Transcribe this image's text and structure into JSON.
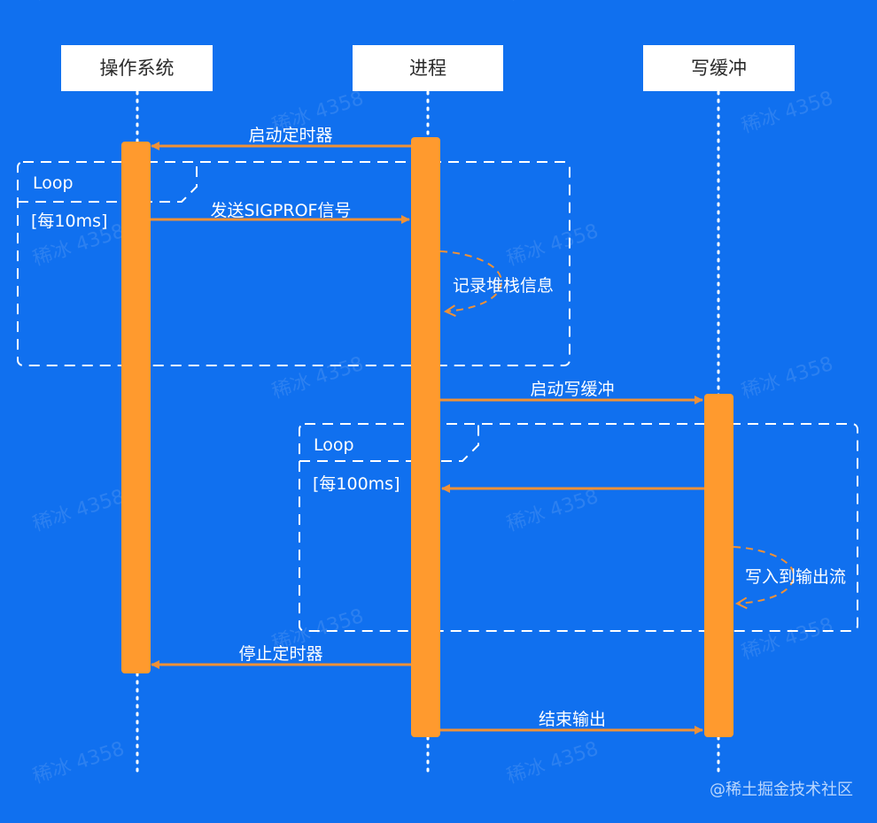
{
  "participants": [
    {
      "id": "os",
      "label": "操作系统"
    },
    {
      "id": "process",
      "label": "进程"
    },
    {
      "id": "buffer",
      "label": "写缓冲"
    }
  ],
  "loops": [
    {
      "tag": "Loop",
      "condition": "[每10ms]"
    },
    {
      "tag": "Loop",
      "condition": "[每100ms]"
    }
  ],
  "messages": [
    {
      "id": "start-timer",
      "label": "启动定时器"
    },
    {
      "id": "send-sigprof",
      "label": "发送SIGPROF信号"
    },
    {
      "id": "record-stack",
      "label": "记录堆栈信息"
    },
    {
      "id": "start-write-buffer",
      "label": "启动写缓冲"
    },
    {
      "id": "buffer-return",
      "label": ""
    },
    {
      "id": "write-output",
      "label": "写入到输出流"
    },
    {
      "id": "stop-timer",
      "label": "停止定时器"
    },
    {
      "id": "end-output",
      "label": "结束输出"
    }
  ],
  "watermark": {
    "text": "稀冰 4358",
    "credit": "@稀土掘金技术社区"
  },
  "colors": {
    "background": "#1070ef",
    "activation": "#ff9a2e",
    "arrow": "#f09136",
    "frame": "#ffffff",
    "text": "#ffffff"
  }
}
